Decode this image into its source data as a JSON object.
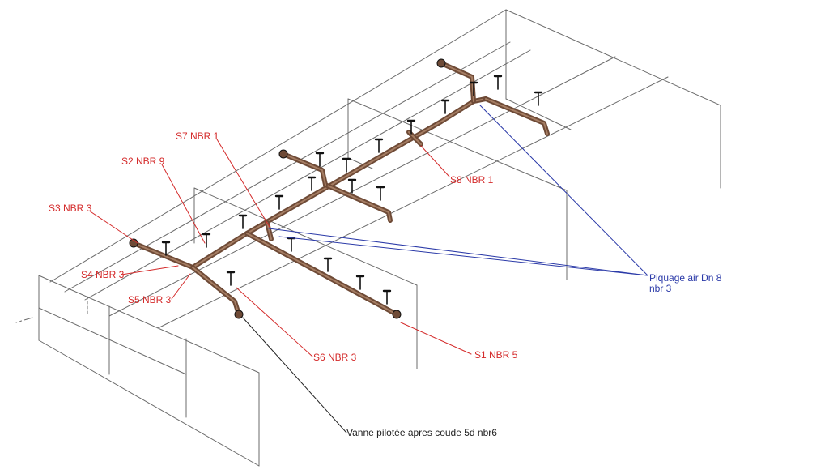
{
  "colors": {
    "pipe": "#6e4a36",
    "pipe_light": "#a57d63",
    "frame": "#6b6b6b",
    "support": "#111111",
    "callout_red": "#d42a2a",
    "callout_blue": "#2b3aa8",
    "callout_black": "#222222"
  },
  "labels": {
    "s1": "S1 NBR 5",
    "s2": "S2 NBR 9",
    "s3": "S3 NBR 3",
    "s4": "S4 NBR 3",
    "s5": "S5 NBR 3",
    "s6": "S6 NBR 3",
    "s7": "S7 NBR 1",
    "s8": "S8 NBR 1",
    "piquage_line1": "Piquage air Dn 8",
    "piquage_line2": "nbr 3",
    "vanne": "Vanne pilotée apres coude 5d nbr6"
  }
}
